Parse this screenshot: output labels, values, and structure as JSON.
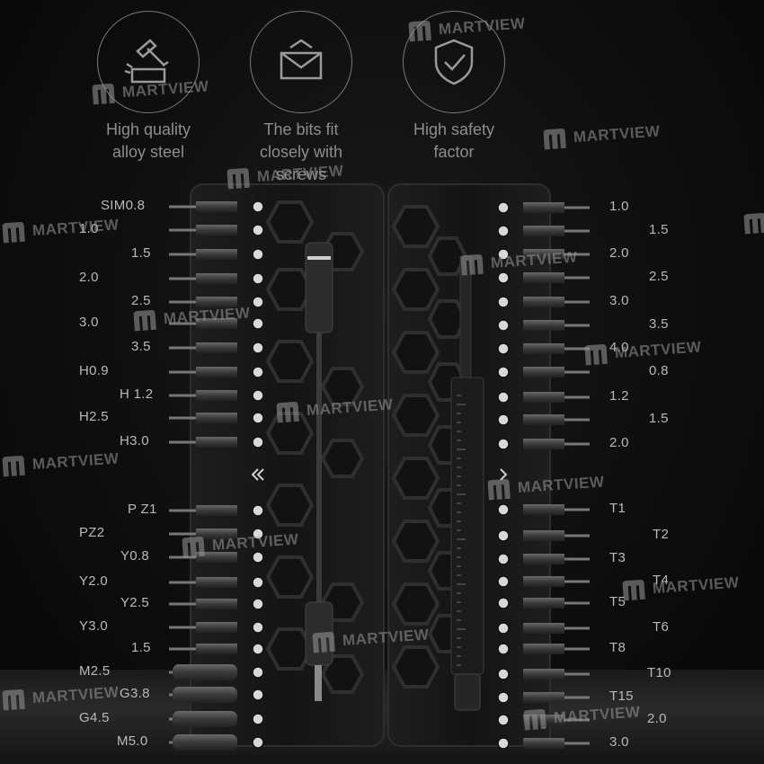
{
  "features": [
    {
      "icon": "hammer-icon",
      "text": "High quality\nalloy steel"
    },
    {
      "icon": "envelope-icon",
      "text": "The bits fit\nclosely with\nscrews"
    },
    {
      "icon": "shield-check-icon",
      "text": "High safety\nfactor"
    }
  ],
  "left_labels": [
    "SIM0.8",
    "1.0",
    "1.5",
    "2.0",
    "2.5",
    "3.0",
    "3.5",
    "H0.9",
    "H 1.2",
    "H2.5",
    "H3.0",
    "P Z1",
    "PZ2",
    "Y0.8",
    "Y2.0",
    "Y2.5",
    "Y3.0",
    "1.5",
    "M2.5",
    "G3.8",
    "G4.5",
    "M5.0"
  ],
  "right_labels": [
    "1.0",
    "1.5",
    "2.0",
    "2.5",
    "3.0",
    "3.5",
    "4.0",
    "0.8",
    "1.2",
    "1.5",
    "2.0",
    "T1",
    "T2",
    "T3",
    "T4",
    "T5",
    "T6",
    "T8",
    "T10",
    "T15",
    "2.0",
    "3.0"
  ],
  "watermark": {
    "brand": "MARTVIEW"
  },
  "colors": {
    "background": "#0e0e0e",
    "case": "#1a1a1a",
    "text": "#b9b9b9",
    "icon_circle": "#7a7a7a"
  }
}
